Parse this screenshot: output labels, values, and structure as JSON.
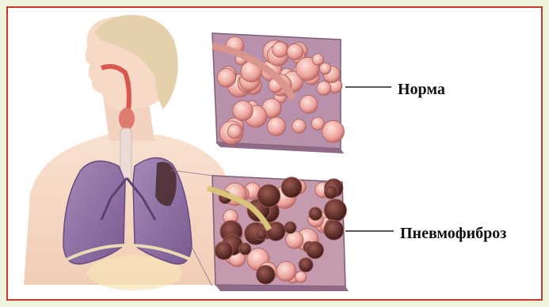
{
  "labels": {
    "normal": "Норма",
    "fibrosis": "Пневмофиброз"
  },
  "colors": {
    "frame_border": "#c8382a",
    "page_background": "#eef3dc",
    "skin": "#f5d9c4",
    "hair": "#e2cfa8",
    "lungs": "#8e6ea3",
    "diseased_tissue": "#5a2e2a",
    "healthy_alveoli": "#f0b3ad",
    "tissue_panel": "#b68faa"
  },
  "icons": {
    "figure": "human-torso-with-lungs-illustration",
    "normal_tissue": "healthy-alveoli-cross-section",
    "fibrosis_tissue": "fibrotic-alveoli-cross-section"
  }
}
